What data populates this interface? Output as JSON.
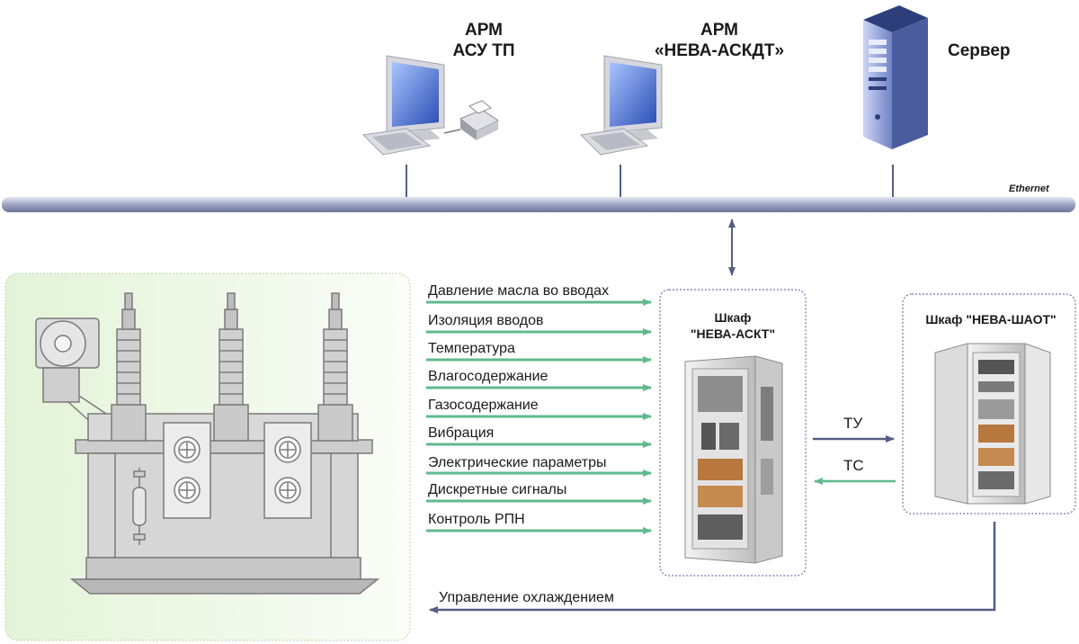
{
  "workstations": {
    "arm_asutp": {
      "line1": "АРМ",
      "line2": "АСУ ТП"
    },
    "arm_neva": {
      "line1": "АРМ",
      "line2": "«НЕВА-АСКДТ»"
    },
    "server": {
      "label": "Сервер"
    }
  },
  "network": {
    "label": "Ethernet"
  },
  "signals": [
    "Давление масла во вводах",
    "Изоляция вводов",
    "Температура",
    "Влагосодержание",
    "Газосодержание",
    "Вибрация",
    "Электрические параметры",
    "Дискретные сигналы",
    "Контроль РПН"
  ],
  "cabinets": {
    "askt": {
      "line1": "Шкаф",
      "line2": "\"НЕВА-АСКТ\""
    },
    "shaot": {
      "label": "Шкаф \"НЕВА-ШАОТ\""
    }
  },
  "links": {
    "tu": "ТУ",
    "tc": "ТС",
    "cooling": "Управление охлаждением"
  },
  "colors": {
    "signal_arrow": "#5fba8c",
    "bus": "#a3a9c8",
    "connector": "#545e86",
    "transformer_panel": "#e7f5dd"
  }
}
